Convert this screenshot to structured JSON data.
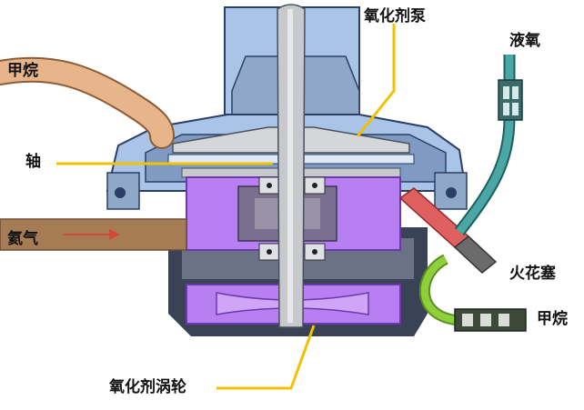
{
  "labels": {
    "methane_top": "甲烷",
    "oxidizer_pump": "氧化剂泵",
    "liquid_oxygen": "液氧",
    "shaft": "轴",
    "helium": "氦气",
    "spark_plug": "火花塞",
    "methane_bottom": "甲烷",
    "oxidizer_turbine": "氧化剂涡轮"
  },
  "colors": {
    "casing_blue": "#a9c4e6",
    "casing_dark": "#2b3f66",
    "turbine_purple": "#b77ff2",
    "steel_gray": "#c7c9cc",
    "helium_pipe": "#a67c55",
    "methane_pipe": "#e8b48a",
    "igniter_red": "#e06060",
    "lox_pipe": "#4aa7a6",
    "methane_green": "#8fcf3c",
    "leader_yellow": "#f2c200"
  }
}
